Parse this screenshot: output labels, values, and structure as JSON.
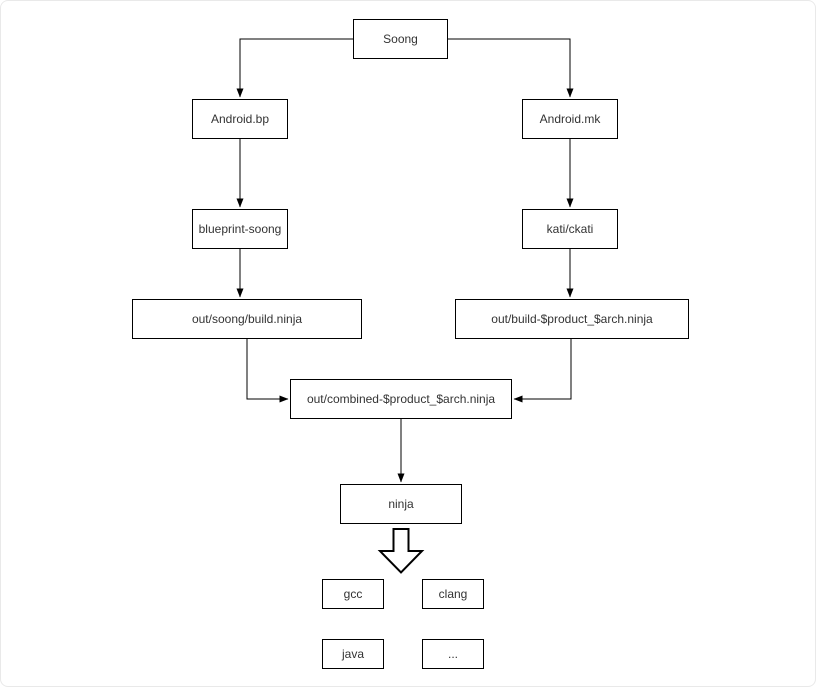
{
  "diagram": {
    "title": "",
    "nodes": {
      "soong": {
        "label": "Soong"
      },
      "android_bp": {
        "label": "Android.bp"
      },
      "android_mk": {
        "label": "Android.mk"
      },
      "blueprint_soong": {
        "label": "blueprint-soong"
      },
      "kati_ckati": {
        "label": "kati/ckati"
      },
      "out_soong_ninja": {
        "label": "out/soong/build.ninja"
      },
      "out_build_ninja": {
        "label": "out/build-$product_$arch.ninja"
      },
      "out_combined": {
        "label": "out/combined-$product_$arch.ninja"
      },
      "ninja": {
        "label": "ninja"
      },
      "gcc": {
        "label": "gcc"
      },
      "clang": {
        "label": "clang"
      },
      "java": {
        "label": "java"
      },
      "ellipsis": {
        "label": "..."
      }
    },
    "edges": [
      {
        "from": "soong",
        "to": "android_bp"
      },
      {
        "from": "soong",
        "to": "android_mk"
      },
      {
        "from": "android_bp",
        "to": "blueprint_soong"
      },
      {
        "from": "android_mk",
        "to": "kati_ckati"
      },
      {
        "from": "blueprint_soong",
        "to": "out_soong_ninja"
      },
      {
        "from": "kati_ckati",
        "to": "out_build_ninja"
      },
      {
        "from": "out_soong_ninja",
        "to": "out_combined"
      },
      {
        "from": "out_build_ninja",
        "to": "out_combined"
      },
      {
        "from": "out_combined",
        "to": "ninja"
      },
      {
        "from": "ninja",
        "to": "toolchain",
        "style": "block-arrow"
      }
    ],
    "colors": {
      "line": "#000000",
      "box_border": "#000000",
      "box_fill": "#ffffff",
      "text": "#333333",
      "canvas_border": "#e9e9e9"
    }
  }
}
